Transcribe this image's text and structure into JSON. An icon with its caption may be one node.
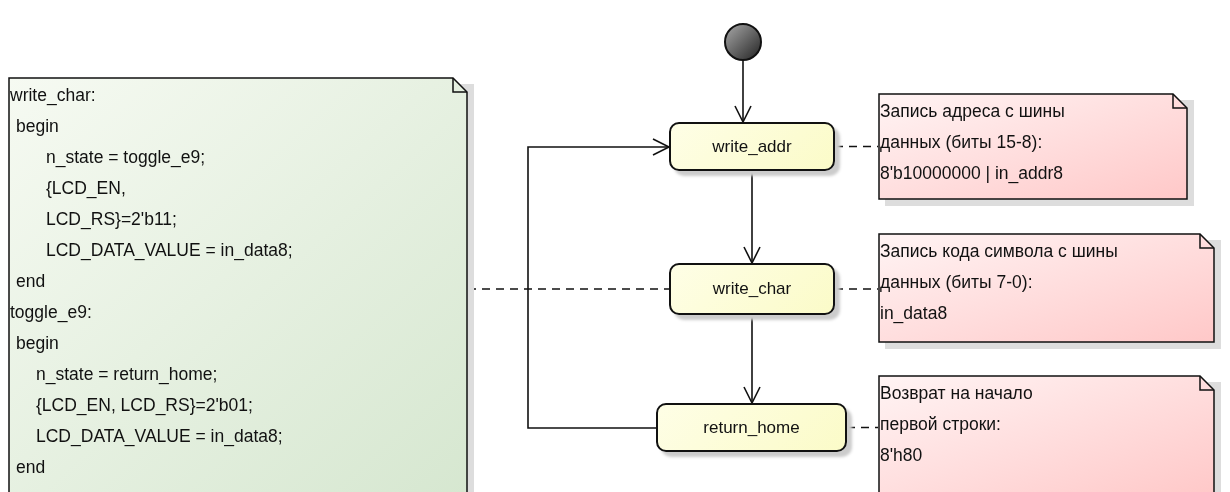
{
  "diagram": {
    "nodes": [
      {
        "text": [],
        "shape": "circle"
      },
      {
        "text": [
          "write_char:",
          "begin",
          "n_state = toggle_e9;",
          "{LCD_EN,",
          "LCD_RS}=2'b11;",
          "LCD_DATA_VALUE = in_data8;",
          "end",
          "toggle_e9:",
          "begin",
          "n_state = return_home;",
          "{LCD_EN, LCD_RS}=2'b01;",
          "LCD_DATA_VALUE = in_data8;",
          "end"
        ]
      },
      {
        "text": [
          "write_addr"
        ]
      },
      {
        "text": [
          "write_char"
        ]
      },
      {
        "text": [
          "return_home"
        ]
      },
      {
        "text": [
          "Запись адреса с шины данных (биты 15-8):",
          "8'b10000000 | in_addr8"
        ]
      },
      {
        "text": [
          "Запись кода символа с шины данных (биты 7-0):",
          "in_data8"
        ]
      },
      {
        "text": [
          "Возврат на начало первой строки:",
          "8'h80"
        ]
      }
    ],
    "edges": [
      {
        "from": 0,
        "to": 2,
        "arrow": "to"
      },
      {
        "from": 2,
        "to": 3,
        "arrow": "to"
      },
      {
        "from": 3,
        "to": 4,
        "arrow": "to"
      },
      {
        "from": 4,
        "to": 2,
        "arrow": "to"
      },
      {
        "from": 1,
        "to": 3,
        "arrow": "none",
        "style": "dashed"
      },
      {
        "from": 2,
        "to": 5,
        "arrow": "none",
        "style": "dashed"
      },
      {
        "from": 3,
        "to": 6,
        "arrow": "none",
        "style": "dashed"
      },
      {
        "from": 4,
        "to": 7,
        "arrow": "none",
        "style": "dashed"
      }
    ]
  }
}
